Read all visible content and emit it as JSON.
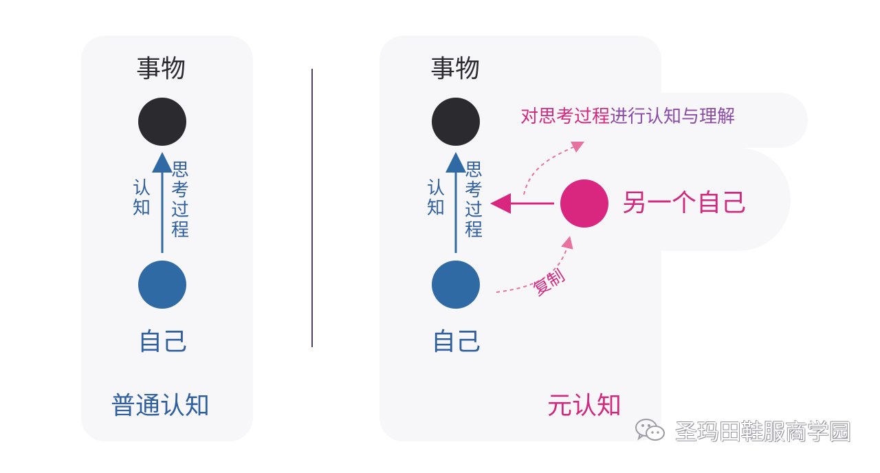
{
  "left_panel": {
    "top_label": "事物",
    "bottom_label": "自己",
    "arrow_left_label": "认知",
    "arrow_right_label": "思考过程",
    "caption": "普通认知"
  },
  "right_panel": {
    "top_label": "事物",
    "bottom_label": "自己",
    "arrow_left_label": "认知",
    "arrow_right_label": "思考过程",
    "other_self_label": "另一个自己",
    "understanding_label_a": "对思考过程",
    "understanding_label_b": "进行认知与理解",
    "copy_label": "复制",
    "caption": "元认知"
  },
  "watermark": {
    "text": "圣玛田鞋服商学园",
    "icon": "wechat-icon"
  },
  "colors": {
    "object_node": "#2b2a2e",
    "self_node": "#2f6aa5",
    "other_self_node": "#d9267f",
    "blue_text": "#2f5f9e",
    "pink_text": "#d2297f",
    "purple_text": "#8a4aa6",
    "divider": "#4e3d6e"
  }
}
